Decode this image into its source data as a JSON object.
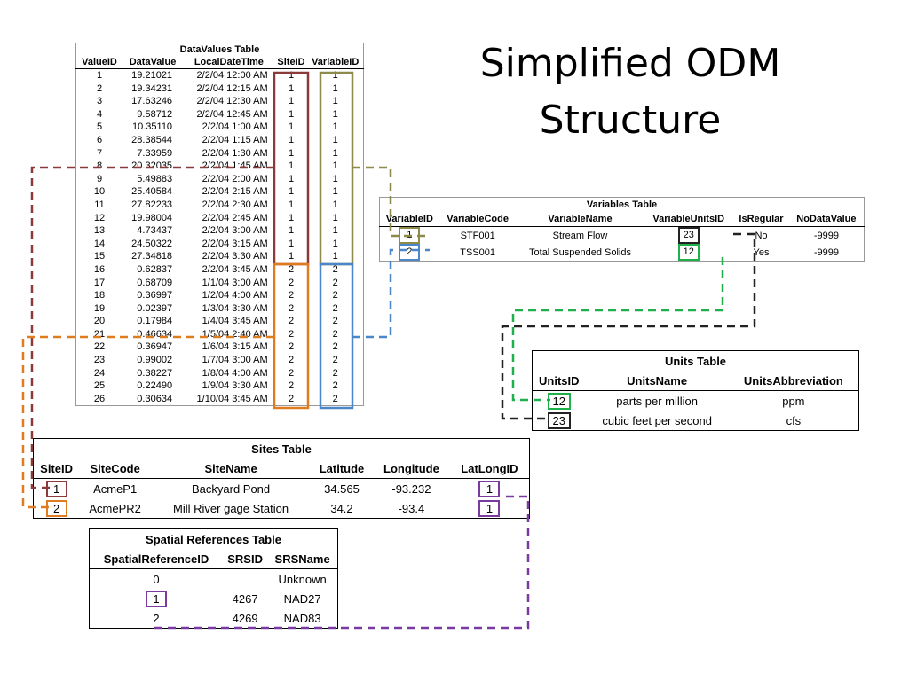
{
  "title_line1": "Simplified ODM",
  "title_line2": "Structure",
  "colors": {
    "site": "#8B3A3A",
    "variable": "#8E8A4A",
    "site2": "#E07B20",
    "variable2": "#4A86C8",
    "units_green": "#1FAF4B",
    "units_black": "#222222",
    "latlong": "#7A3AA0"
  },
  "datavalues": {
    "caption": "DataValues Table",
    "headers": [
      "ValueID",
      "DataValue",
      "LocalDateTime",
      "SiteID",
      "VariableID"
    ],
    "rows": [
      [
        "1",
        "19.21021",
        "2/2/04 12:00 AM",
        "1",
        "1"
      ],
      [
        "2",
        "19.34231",
        "2/2/04 12:15 AM",
        "1",
        "1"
      ],
      [
        "3",
        "17.63246",
        "2/2/04 12:30 AM",
        "1",
        "1"
      ],
      [
        "4",
        "9.58712",
        "2/2/04 12:45 AM",
        "1",
        "1"
      ],
      [
        "5",
        "10.35110",
        "2/2/04 1:00 AM",
        "1",
        "1"
      ],
      [
        "6",
        "28.38544",
        "2/2/04 1:15 AM",
        "1",
        "1"
      ],
      [
        "7",
        "7.33959",
        "2/2/04 1:30 AM",
        "1",
        "1"
      ],
      [
        "8",
        "20.32035",
        "2/2/04 1:45 AM",
        "1",
        "1"
      ],
      [
        "9",
        "5.49883",
        "2/2/04 2:00 AM",
        "1",
        "1"
      ],
      [
        "10",
        "25.40584",
        "2/2/04 2:15 AM",
        "1",
        "1"
      ],
      [
        "11",
        "27.82233",
        "2/2/04 2:30 AM",
        "1",
        "1"
      ],
      [
        "12",
        "19.98004",
        "2/2/04 2:45 AM",
        "1",
        "1"
      ],
      [
        "13",
        "4.73437",
        "2/2/04 3:00 AM",
        "1",
        "1"
      ],
      [
        "14",
        "24.50322",
        "2/2/04 3:15 AM",
        "1",
        "1"
      ],
      [
        "15",
        "27.34818",
        "2/2/04 3:30 AM",
        "1",
        "1"
      ],
      [
        "16",
        "0.62837",
        "2/2/04 3:45 AM",
        "2",
        "2"
      ],
      [
        "17",
        "0.68709",
        "1/1/04 3:00 AM",
        "2",
        "2"
      ],
      [
        "18",
        "0.36997",
        "1/2/04 4:00 AM",
        "2",
        "2"
      ],
      [
        "19",
        "0.02397",
        "1/3/04 3:30 AM",
        "2",
        "2"
      ],
      [
        "20",
        "0.17984",
        "1/4/04 3:45 AM",
        "2",
        "2"
      ],
      [
        "21",
        "0.46634",
        "1/5/04 2:40 AM",
        "2",
        "2"
      ],
      [
        "22",
        "0.36947",
        "1/6/04 3:15 AM",
        "2",
        "2"
      ],
      [
        "23",
        "0.99002",
        "1/7/04 3:00 AM",
        "2",
        "2"
      ],
      [
        "24",
        "0.38227",
        "1/8/04 4:00 AM",
        "2",
        "2"
      ],
      [
        "25",
        "0.22490",
        "1/9/04 3:30 AM",
        "2",
        "2"
      ],
      [
        "26",
        "0.30634",
        "1/10/04 3:45 AM",
        "2",
        "2"
      ]
    ]
  },
  "variables": {
    "caption": "Variables Table",
    "headers": [
      "VariableID",
      "VariableCode",
      "VariableName",
      "VariableUnitsID",
      "IsRegular",
      "NoDataValue"
    ],
    "rows": [
      [
        "1",
        "STF001",
        "Stream Flow",
        "23",
        "No",
        "-9999"
      ],
      [
        "2",
        "TSS001",
        "Total Suspended Solids",
        "12",
        "Yes",
        "-9999"
      ]
    ]
  },
  "units": {
    "caption": "Units Table",
    "headers": [
      "UnitsID",
      "UnitsName",
      "UnitsAbbreviation"
    ],
    "rows": [
      [
        "12",
        "parts per million",
        "ppm"
      ],
      [
        "23",
        "cubic feet per second",
        "cfs"
      ]
    ]
  },
  "sites": {
    "caption": "Sites Table",
    "headers": [
      "SiteID",
      "SiteCode",
      "SiteName",
      "Latitude",
      "Longitude",
      "LatLongID"
    ],
    "rows": [
      [
        "1",
        "AcmeP1",
        "Backyard Pond",
        "34.565",
        "-93.232",
        "1"
      ],
      [
        "2",
        "AcmePR2",
        "Mill River gage Station",
        "34.2",
        "-93.4",
        "1"
      ]
    ]
  },
  "spatial": {
    "caption": "Spatial References Table",
    "headers": [
      "SpatialReferenceID",
      "SRSID",
      "SRSName"
    ],
    "rows": [
      [
        "0",
        "",
        "Unknown"
      ],
      [
        "1",
        "4267",
        "NAD27"
      ],
      [
        "2",
        "4269",
        "NAD83"
      ]
    ]
  }
}
